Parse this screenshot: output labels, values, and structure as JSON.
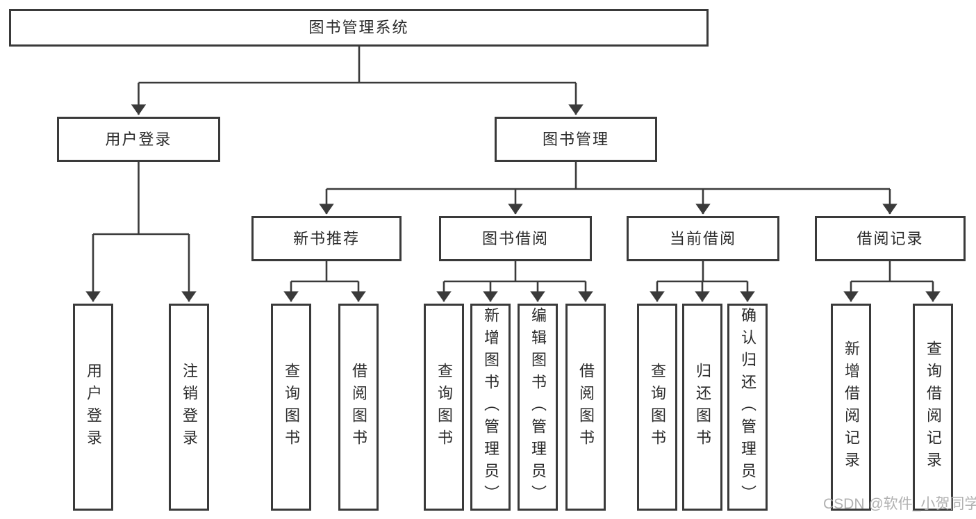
{
  "diagram": {
    "root": "图书管理系统",
    "level2": [
      {
        "label": "用户登录",
        "children": [
          "用户登录",
          "注销登录"
        ]
      },
      {
        "label": "图书管理",
        "children": [
          {
            "label": "新书推荐",
            "children": [
              "查询图书",
              "借阅图书"
            ]
          },
          {
            "label": "图书借阅",
            "children": [
              "查询图书",
              "新增图书（管理员）",
              "编辑图书（管理员）",
              "借阅图书"
            ]
          },
          {
            "label": "当前借阅",
            "children": [
              "查询图书",
              "归还图书",
              "确认归还（管理员）"
            ]
          },
          {
            "label": "借阅记录",
            "children": [
              "新增借阅记录",
              "查询借阅记录"
            ]
          }
        ]
      }
    ]
  },
  "watermark": "CSDN @软件_小贺同学",
  "colors": {
    "line": "#3a3a3a",
    "text": "#2b2b2b",
    "background": "#ffffff",
    "watermark": "#ababab"
  }
}
